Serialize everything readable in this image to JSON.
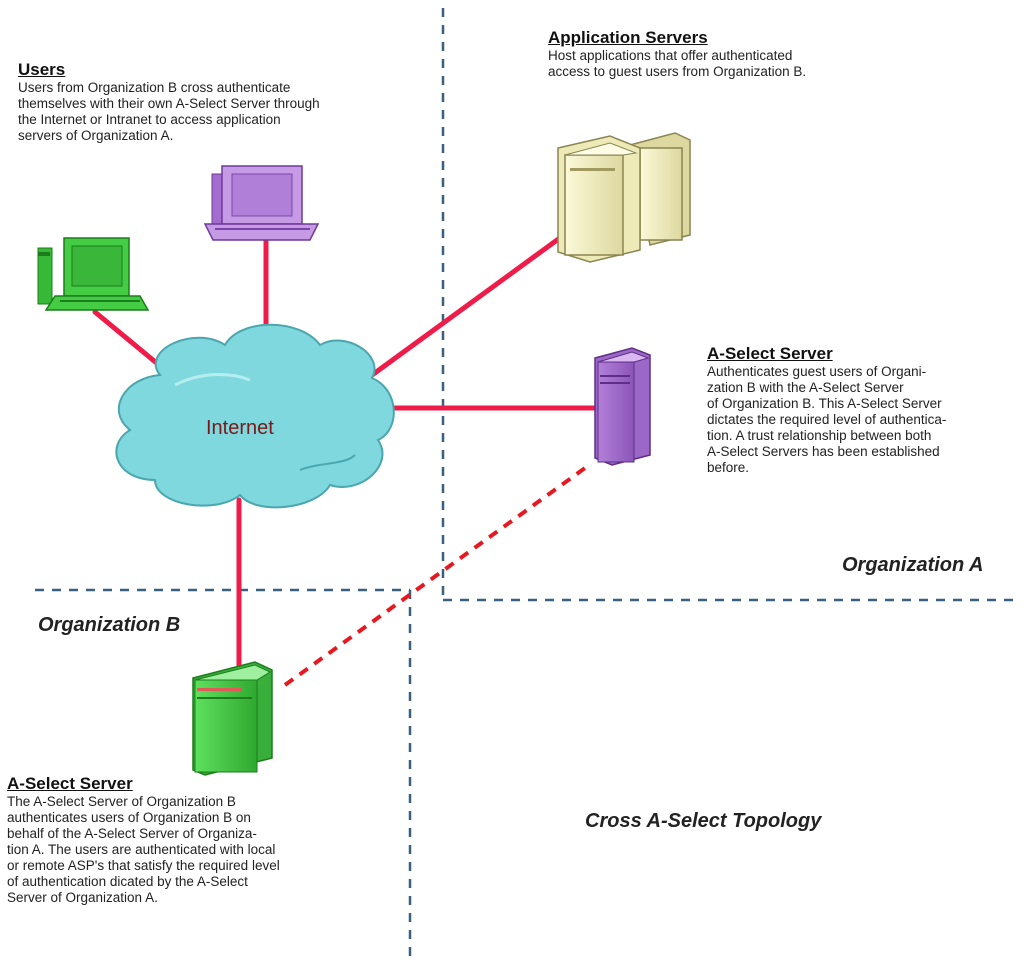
{
  "title": "Cross A-Select Topology",
  "colors": {
    "link": "#ef1c4a",
    "trust_link": "#e81820",
    "boundary": "#3a6080",
    "cloud": "#7ed8de",
    "org_a_server": "#c79ae6",
    "org_b_server": "#44cc44",
    "app_servers": "#f7f3c2"
  },
  "users": {
    "heading": "Users",
    "lines": [
      "Users from Organization B cross authenticate",
      "themselves with their own A-Select Server through",
      "the Internet or Intranet to access application",
      "servers of Organization A."
    ]
  },
  "app_servers": {
    "heading": "Application Servers",
    "lines": [
      "Host applications that offer authenticated",
      "access to guest users from Organization B."
    ]
  },
  "server_a": {
    "heading": "A-Select Server",
    "lines": [
      "Authenticates guest users of Organi-",
      "zation B with the A-Select Server",
      "of Organization B. This A-Select Server",
      "dictates the required level of authentica-",
      "tion. A trust relationship between both",
      "A-Select Servers has been established",
      "before."
    ]
  },
  "server_b": {
    "heading": "A-Select Server",
    "lines": [
      "The A-Select Server of Organization B",
      "authenticates users of Organization B on",
      "behalf of the A-Select Server of Organiza-",
      "tion A. The users are authenticated with local",
      "or remote ASP's that satisfy the required level",
      "of authentication dicated by the A-Select",
      "Server of Organization A."
    ]
  },
  "internet_label": "Internet",
  "org_a_label": "Organization A",
  "org_b_label": "Organization B",
  "icons": [
    "purple-computer-icon",
    "green-computer-icon",
    "internet-cloud-icon",
    "application-servers-icon",
    "purple-server-icon",
    "green-server-icon"
  ]
}
